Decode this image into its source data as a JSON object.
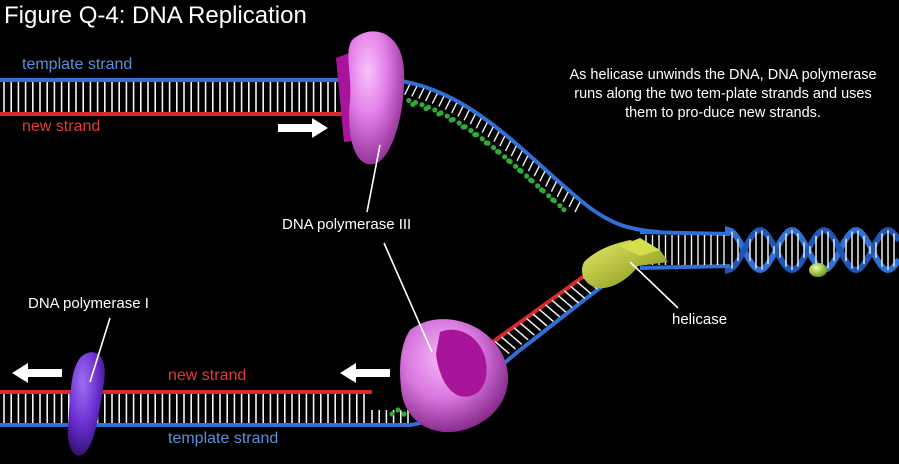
{
  "figure": {
    "title": "Figure Q-4: DNA Replication",
    "caption": "As helicase unwinds the DNA, DNA polymerase runs along the two tem-plate strands and uses them to pro-duce new strands."
  },
  "labels": {
    "top_template": "template strand",
    "top_new": "new strand",
    "bottom_new": "new strand",
    "bottom_template": "template strand",
    "pol3": "DNA polymerase III",
    "pol1": "DNA polymerase I",
    "helicase": "helicase"
  },
  "colors": {
    "template": "#2f6fd6",
    "new_strand": "#d92a2a",
    "rungs": "#f2f2f2",
    "polymerase3": "#e37fe8",
    "polymerase3_dark": "#a8149a",
    "polymerase1": "#6a2fd0",
    "helicase": "#b6c22a",
    "nucleotides": "#2faa3a"
  }
}
